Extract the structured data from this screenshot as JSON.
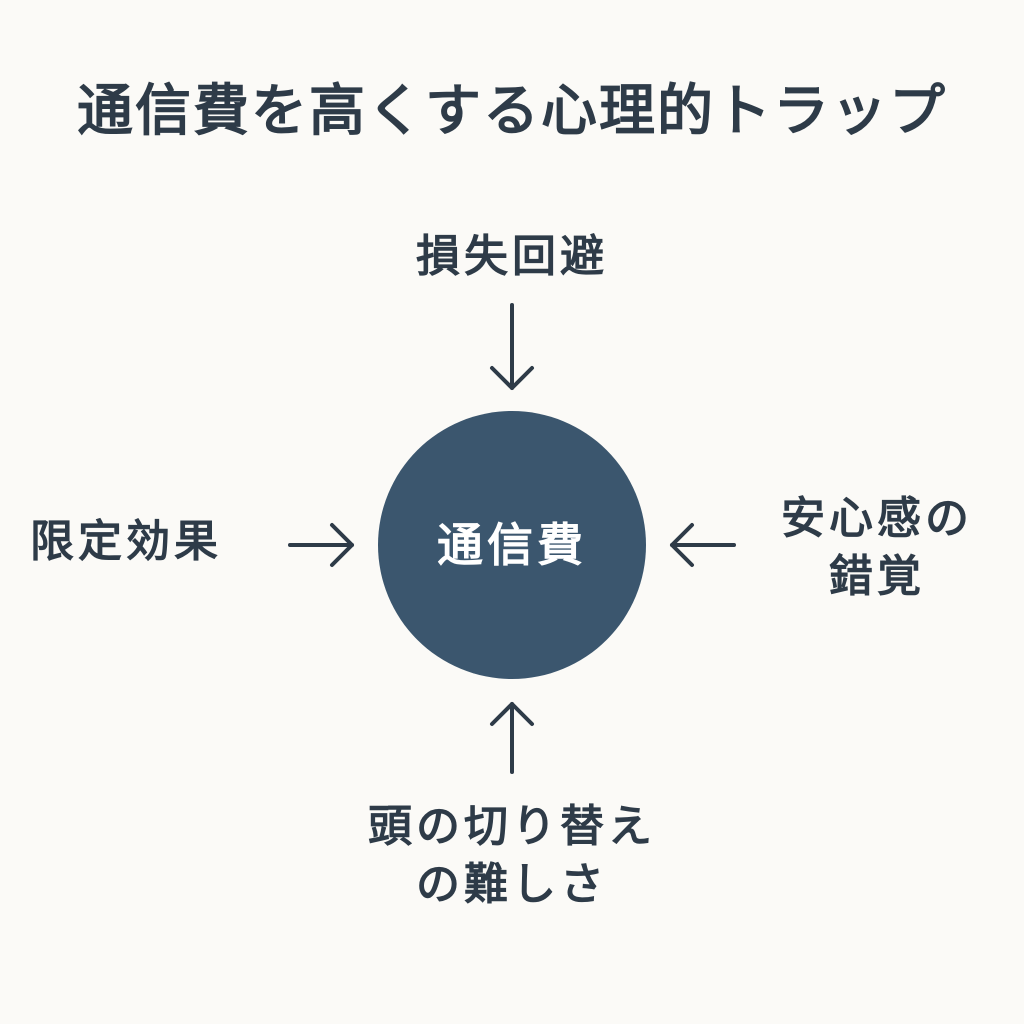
{
  "title": "通信費を高くする心理的トラップ",
  "center": {
    "label": "通信費",
    "color": "#3b566e"
  },
  "factors": {
    "top": {
      "label": "損失回避"
    },
    "left": {
      "label": "限定効果"
    },
    "right": {
      "lines": [
        "安心感の",
        "錯覚"
      ]
    },
    "bottom": {
      "lines": [
        "頭の切り替え",
        "の難しさ"
      ]
    }
  },
  "colors": {
    "background": "#fbfaf7",
    "text": "#2e3b48",
    "arrow": "#2e3b48"
  }
}
